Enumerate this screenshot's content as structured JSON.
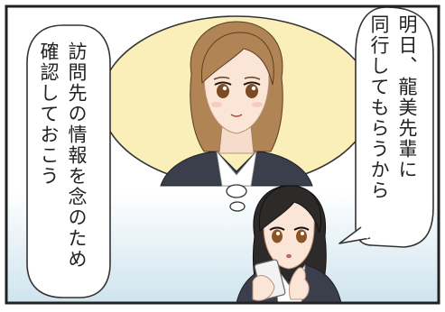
{
  "colors": {
    "background_top": "#ffffff",
    "background_bottom": "#cfe4ee",
    "thought_bubble_fill": "#fbefb9",
    "panel_border": "#222222",
    "senior_hair": "#b08455",
    "junior_hair": "#2e2a2a",
    "suit": "#3b3f4b"
  },
  "speech": {
    "right_bubble": {
      "line1": "明日、龍美先輩に",
      "line2": "同行してもらうから"
    },
    "left_bubble": {
      "line1": "訪問先の情報を念のため",
      "line2": "確認しておこう"
    }
  }
}
